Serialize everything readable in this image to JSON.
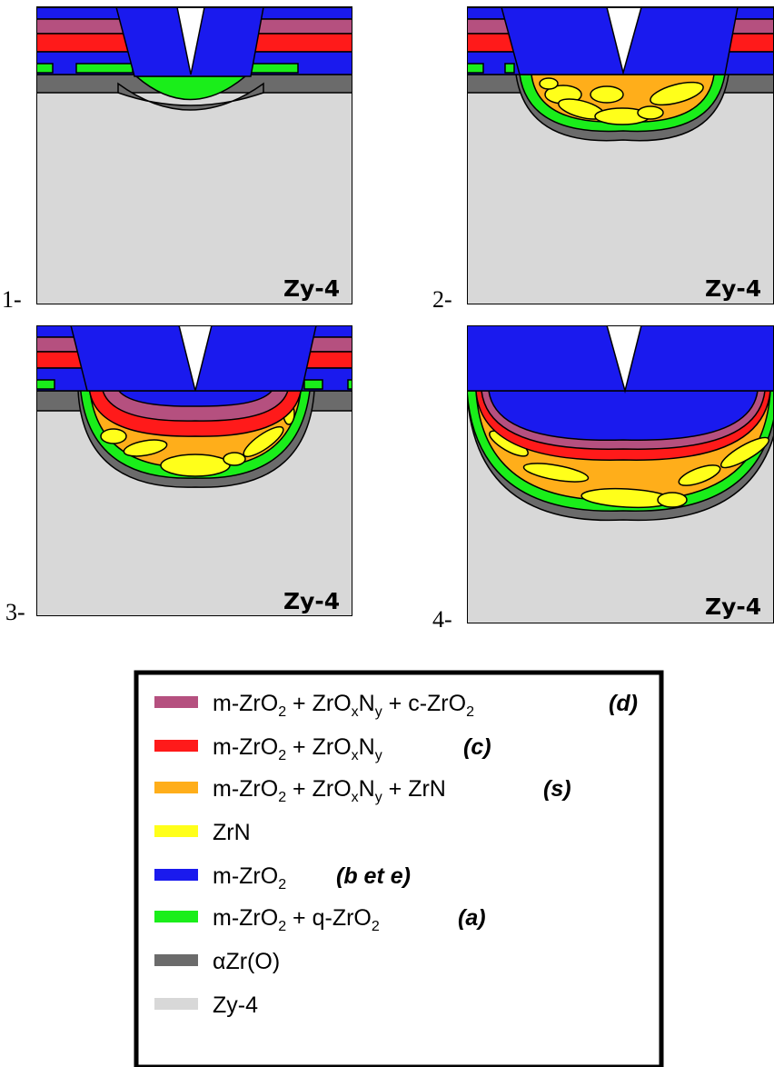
{
  "colors": {
    "d_layer": "#b5507f",
    "c_layer": "#ff1a1a",
    "s_layer": "#ffae1a",
    "zrn": "#ffff1a",
    "m_zro2": "#1a1aee",
    "a_layer": "#1aee1a",
    "alpha_zr": "#6b6b6b",
    "zy4": "#d8d8d8",
    "outline": "#000000"
  },
  "panels": [
    {
      "number": "1-",
      "substrate_label": "Zy-4"
    },
    {
      "number": "2-",
      "substrate_label": "Zy-4"
    },
    {
      "number": "3-",
      "substrate_label": "Zy-4"
    },
    {
      "number": "4-",
      "substrate_label": "Zy-4"
    }
  ],
  "legend": {
    "items": [
      {
        "color_key": "d_layer",
        "formula_html": "m-ZrO2 +  ZrOxNy  +  c-ZrO2",
        "tag": "(d)"
      },
      {
        "color_key": "c_layer",
        "formula_html": "m-ZrO2 + ZrOxNy",
        "tag": "(c)"
      },
      {
        "color_key": "s_layer",
        "formula_html": "m-ZrO2 + ZrOxNy + ZrN",
        "tag": "(s)"
      },
      {
        "color_key": "zrn",
        "formula_html": "ZrN",
        "tag": ""
      },
      {
        "color_key": "m_zro2",
        "formula_html": "m-ZrO2",
        "tag": "(b et e)"
      },
      {
        "color_key": "a_layer",
        "formula_html": "m-ZrO2 + q-ZrO2",
        "tag": "(a)"
      },
      {
        "color_key": "alpha_zr",
        "formula_html": "αZr(O)",
        "tag": ""
      },
      {
        "color_key": "zy4",
        "formula_html": "Zy-4",
        "tag": ""
      }
    ]
  }
}
